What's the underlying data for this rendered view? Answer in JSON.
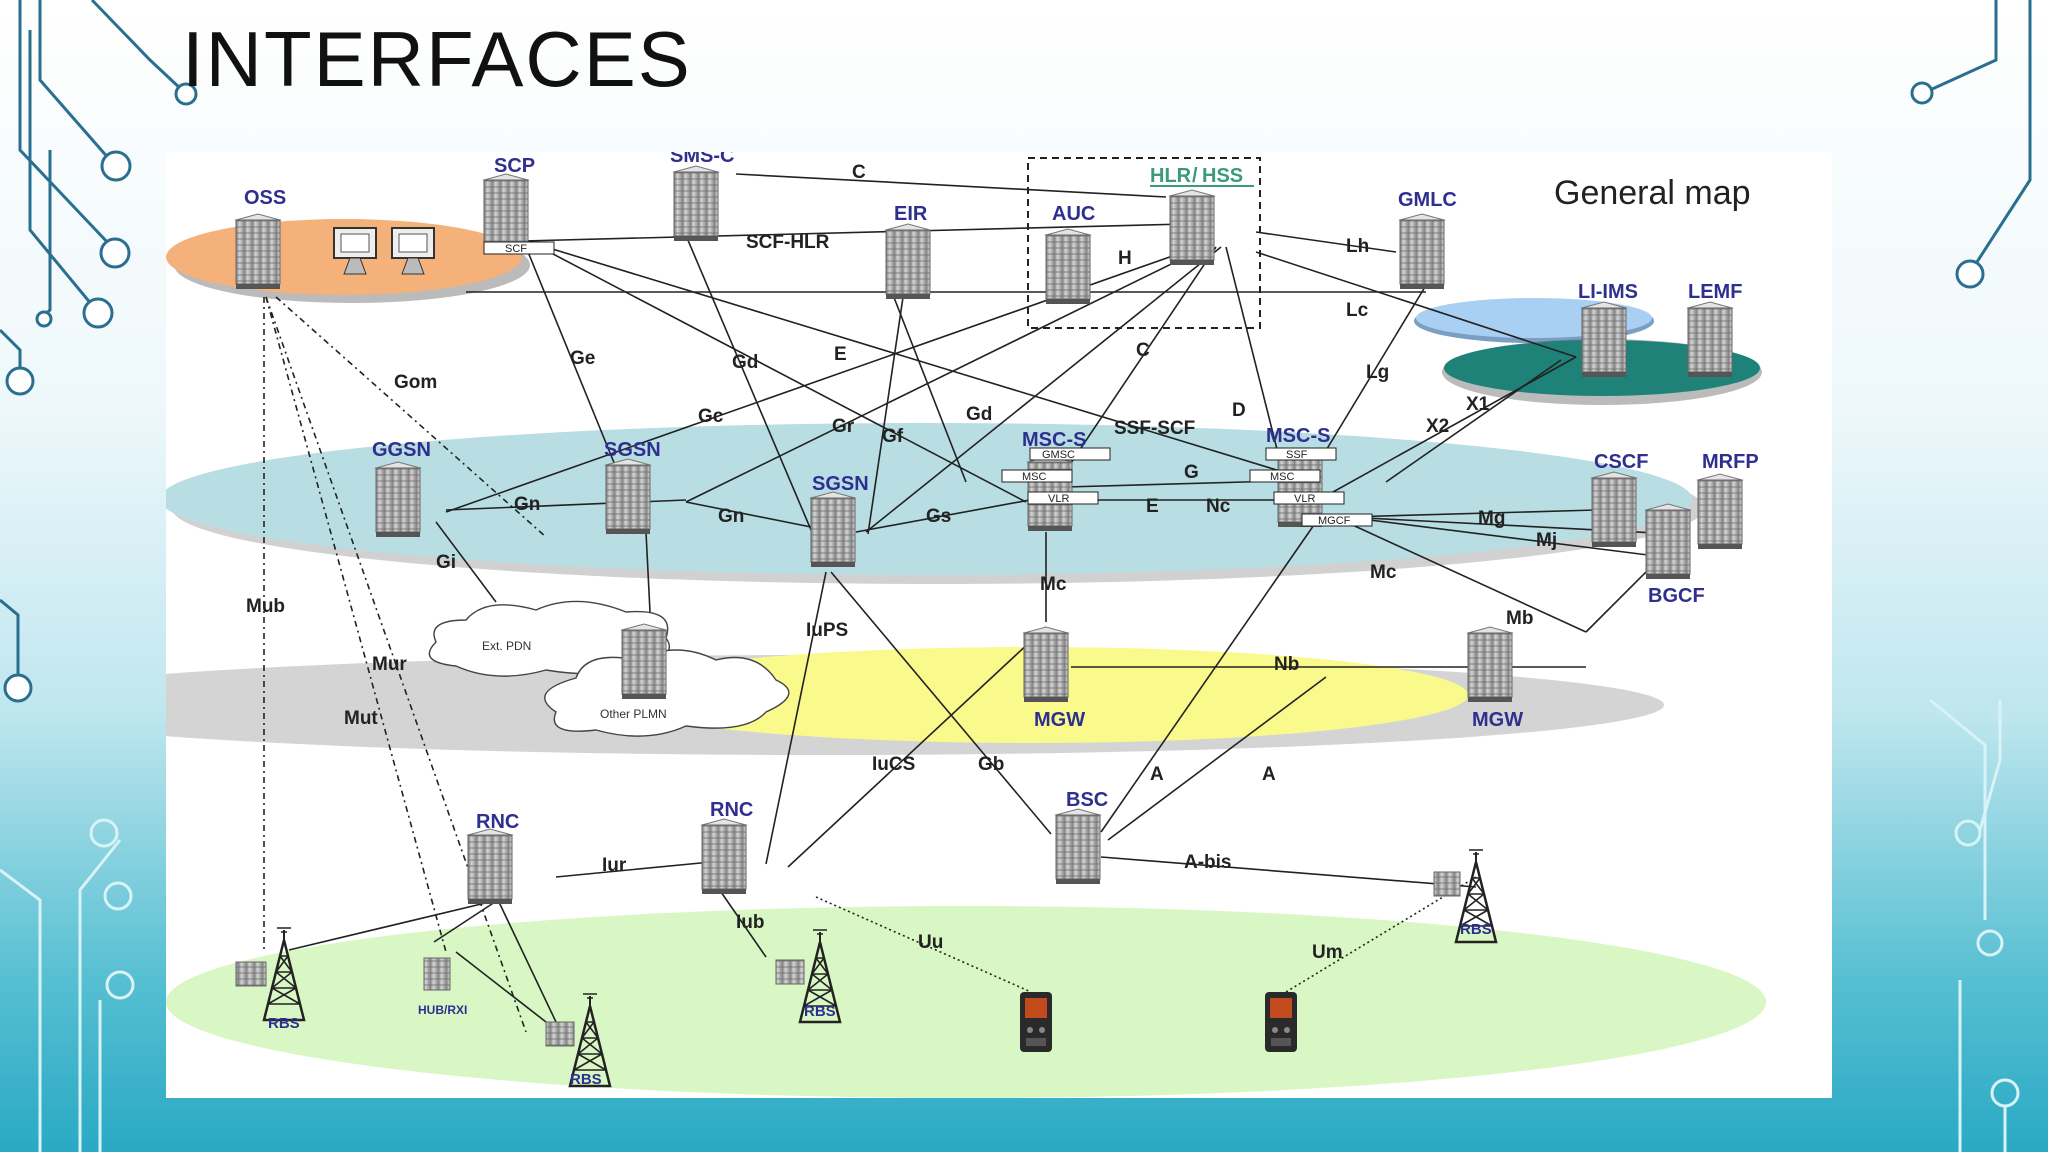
{
  "slide": {
    "title": "INTERFACES"
  },
  "diagram": {
    "map_title": "General map",
    "node_labels": {
      "oss": "OSS",
      "scp": "SCP",
      "smsc": "SMS-C",
      "eir": "EIR",
      "auc": "AUC",
      "hlr": "HLR",
      "hss": "HSS",
      "hlr_sep": "/",
      "gmlc": "GMLC",
      "li_ims": "LI-IMS",
      "lemf": "LEMF",
      "ggsn": "GGSN",
      "sgsn1": "SGSN",
      "sgsn2": "SGSN",
      "msc_s1": "MSC-S",
      "msc_s2": "MSC-S",
      "cscf": "CSCF",
      "mrfp": "MRFP",
      "bgcf": "BGCF",
      "mgw1": "MGW",
      "mgw2": "MGW",
      "rnc1": "RNC",
      "rnc2": "RNC",
      "bsc": "BSC",
      "rbs1": "RBS",
      "rbs2": "RBS",
      "rbs3": "RBS",
      "rbs4": "RBS",
      "hub": "HUB/RXI",
      "ext_pdn": "Ext. PDN",
      "other_plmn": "Other PLMN"
    },
    "tags": {
      "scf": "SCF",
      "gmsc": "GMSC",
      "msc1": "MSC",
      "vlr1": "VLR",
      "ssf": "SSF",
      "msc2": "MSC",
      "vlr2": "VLR",
      "mgcf": "MGCF"
    },
    "interfaces": {
      "c_top": "C",
      "scf_hlr": "SCF-HLR",
      "h": "H",
      "lh": "Lh",
      "lc": "Lc",
      "ge": "Ge",
      "gd1": "Gd",
      "e1": "E",
      "c_mid": "C",
      "lg": "Lg",
      "gom": "Gom",
      "gc": "Gc",
      "gr": "Gr",
      "gf": "Gf",
      "gd2": "Gd",
      "ssf_scf": "SSF-SCF",
      "d": "D",
      "x1": "X1",
      "x2": "X2",
      "gn1": "Gn",
      "gn2": "Gn",
      "gs": "Gs",
      "g": "G",
      "e2": "E",
      "nc": "Nc",
      "mg": "Mg",
      "mj": "Mj",
      "gi": "Gi",
      "mc1": "Mc",
      "mc2": "Mc",
      "mb": "Mb",
      "mub": "Mub",
      "mur": "Mur",
      "mut": "Mut",
      "iups": "IuPS",
      "nb": "Nb",
      "iucs": "IuCS",
      "gb": "Gb",
      "a1": "A",
      "a2": "A",
      "iur": "Iur",
      "abis": "A-bis",
      "iub": "Iub",
      "uu": "Uu",
      "um": "Um"
    },
    "colors": {
      "node_label": "#2f2f8f",
      "ellipse_oss": "#f4b27a",
      "ellipse_auc": "#a9cff3",
      "ellipse_core": "#b8dde2",
      "ellipse_yellow": "#fafa8c",
      "ellipse_green": "#d9f7c4",
      "ellipse_li": "#1f8278",
      "hlr_hss": "#3a9a7a"
    }
  }
}
